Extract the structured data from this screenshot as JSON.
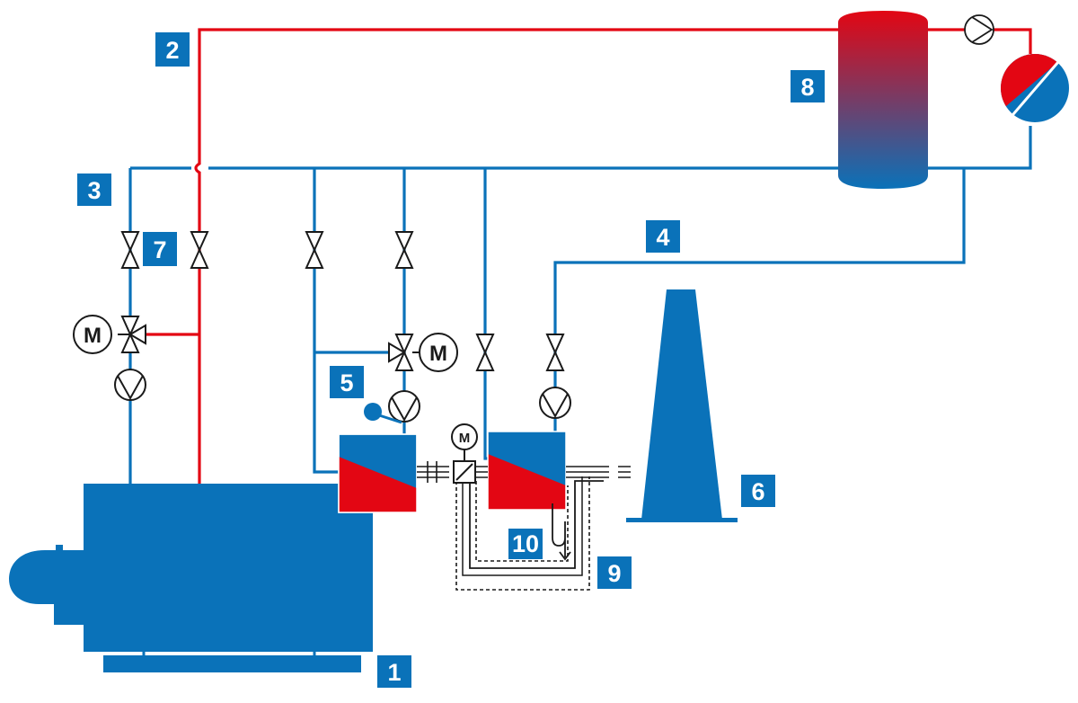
{
  "colors": {
    "blue": "#0a72b9",
    "red": "#e30613",
    "line": "#1a1a1a",
    "badge_text": "#ffffff"
  },
  "badges": {
    "b1": "1",
    "b2": "2",
    "b3": "3",
    "b4": "4",
    "b5": "5",
    "b6": "6",
    "b7": "7",
    "b8": "8",
    "b9": "9",
    "b10": "10"
  },
  "motor": {
    "left": "M",
    "center": "M",
    "small": "M"
  },
  "icons": {
    "valve": "gate-valve-icon",
    "three_way_valve": "three-way-valve-icon",
    "pump": "circulation-pump-icon",
    "heat_exchanger": "heat-exchanger-icon",
    "chimney": "chimney-icon",
    "boiler": "boiler-icon",
    "burner": "burner-icon",
    "storage_tank": "storage-tank-icon",
    "consumer": "consumer-icon",
    "expansion_vessel": "expansion-vessel-icon",
    "damper": "flue-damper-icon",
    "siphon": "condensate-siphon-icon"
  }
}
